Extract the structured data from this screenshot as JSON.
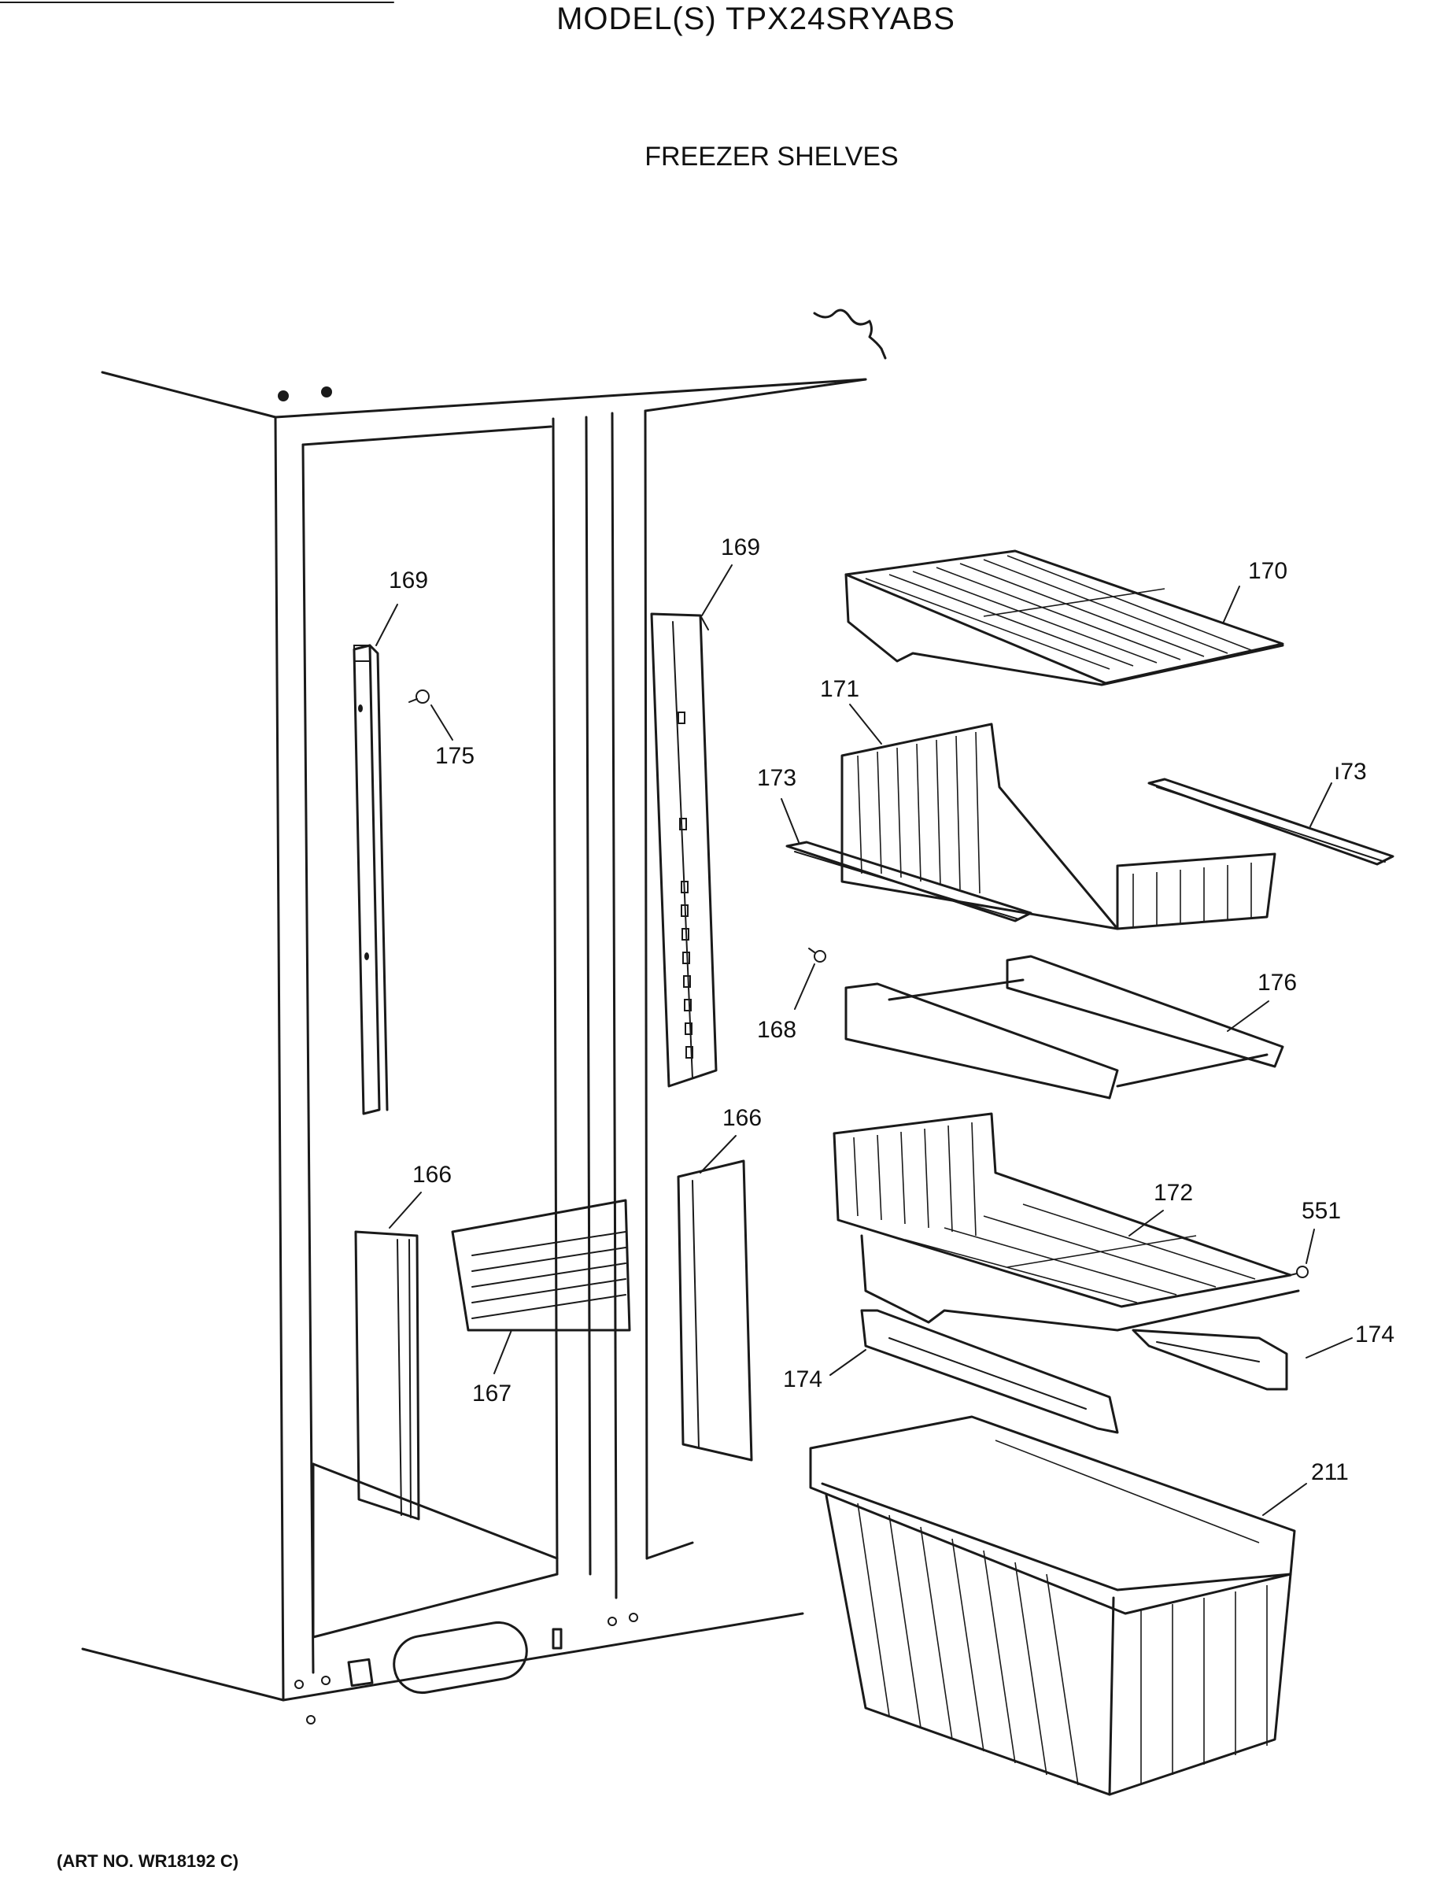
{
  "header": {
    "model": "MODEL(S) TPX24SRYABS",
    "section": "FREEZER SHELVES"
  },
  "footer": {
    "art_no": "(ART NO. WR18192 C)"
  },
  "callouts": [
    {
      "part": "169",
      "text": "169"
    },
    {
      "part": "169",
      "text": "169"
    },
    {
      "part": "175",
      "text": "175"
    },
    {
      "part": "170",
      "text": "170"
    },
    {
      "part": "171",
      "text": "171"
    },
    {
      "part": "173",
      "text": "173"
    },
    {
      "part": "173",
      "text": "ı73"
    },
    {
      "part": "168",
      "text": "168"
    },
    {
      "part": "176",
      "text": "176"
    },
    {
      "part": "166",
      "text": "166"
    },
    {
      "part": "166",
      "text": "166"
    },
    {
      "part": "167",
      "text": "167"
    },
    {
      "part": "172",
      "text": "172"
    },
    {
      "part": "551",
      "text": "551"
    },
    {
      "part": "174",
      "text": "174"
    },
    {
      "part": "174",
      "text": "174"
    },
    {
      "part": "211",
      "text": "211"
    }
  ]
}
